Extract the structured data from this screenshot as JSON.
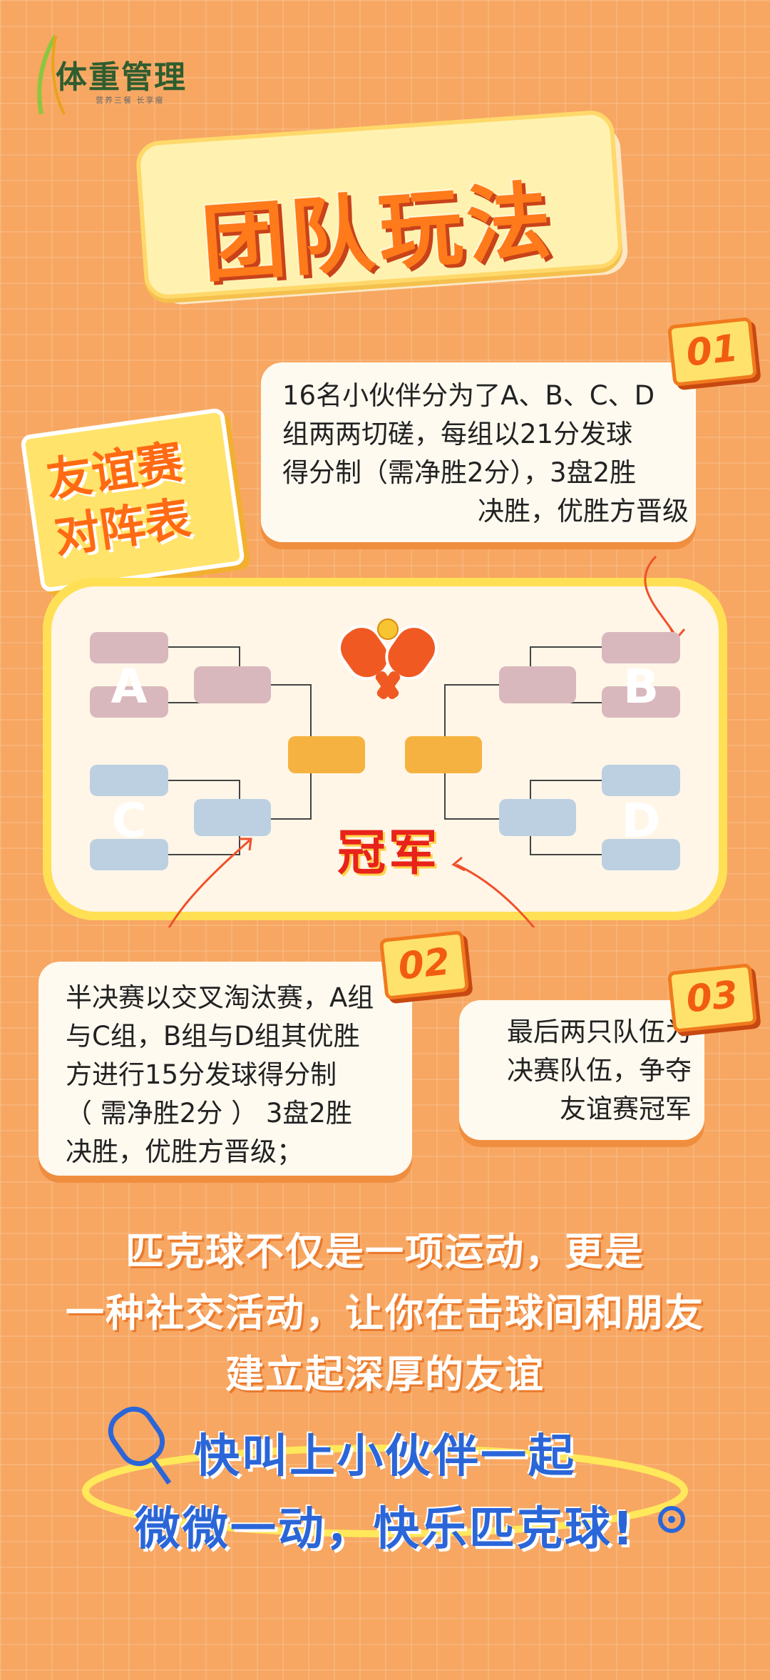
{
  "logo": {
    "text": "体重管理",
    "subtitle": "营养三餐  长享瘦",
    "icon": "leaf-icon"
  },
  "banner": {
    "title": "团队玩法"
  },
  "side_label": {
    "line1": "友谊赛",
    "line2": "对阵表"
  },
  "steps": [
    {
      "number": "01",
      "lines": [
        "16名小伙伴分为了A、B、C、D",
        "组两两切磋，每组以21分发球",
        "得分制（需净胜2分），3盘2胜",
        "决胜，优胜方晋级"
      ]
    },
    {
      "number": "02",
      "lines": [
        "半决赛以交叉淘汰赛，A组",
        "与C组，B组与D组其优胜",
        "方进行15分发球得分制",
        "（ 需净胜2分 ） 3盘2胜",
        "决胜，优胜方晋级；"
      ]
    },
    {
      "number": "03",
      "lines": [
        "最后两只队伍为",
        "决赛队伍，争夺",
        "友谊赛冠军"
      ]
    }
  ],
  "bracket": {
    "groups": [
      "A",
      "B",
      "C",
      "D"
    ],
    "champion_label": "冠军",
    "icon": "crossed-paddles-icon"
  },
  "slogan": {
    "lines": [
      "匹克球不仅是一项运动，更是",
      "一种社交活动，让你在击球间和朋友",
      "建立起深厚的友谊"
    ]
  },
  "cta": {
    "line1": "快叫上小伙伴一起",
    "line2": "微微一动，快乐匹克球!"
  },
  "colors": {
    "background": "#f7a762",
    "accent": "#ff7a1a",
    "cta": "#2b66d8",
    "champion": "#e8231a"
  }
}
